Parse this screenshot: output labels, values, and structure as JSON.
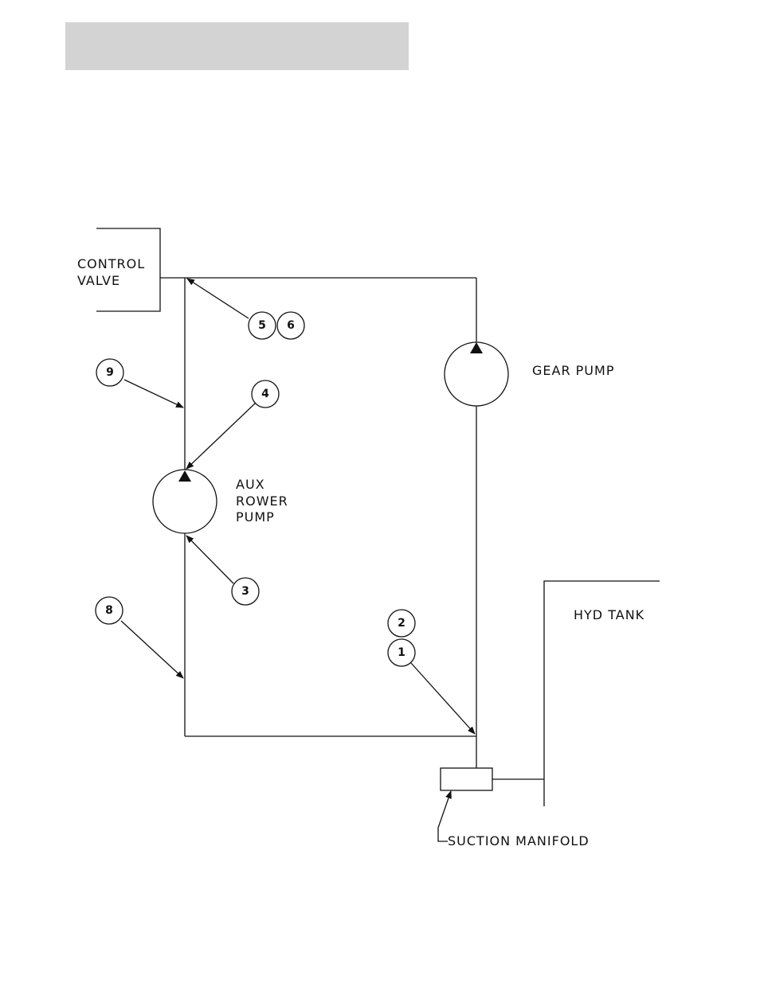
{
  "labels": {
    "control_valve_line1": "CONTROL",
    "control_valve_line2": "VALVE",
    "gear_pump": "GEAR PUMP",
    "aux_line1": "AUX",
    "aux_line2": "ROWER",
    "aux_line3": "PUMP",
    "hyd_tank": "HYD TANK",
    "suction_manifold": "SUCTION MANIFOLD"
  },
  "callouts": {
    "c1": "1",
    "c2": "2",
    "c3": "3",
    "c4": "4",
    "c5": "5",
    "c6": "6",
    "c8": "8",
    "c9": "9"
  }
}
